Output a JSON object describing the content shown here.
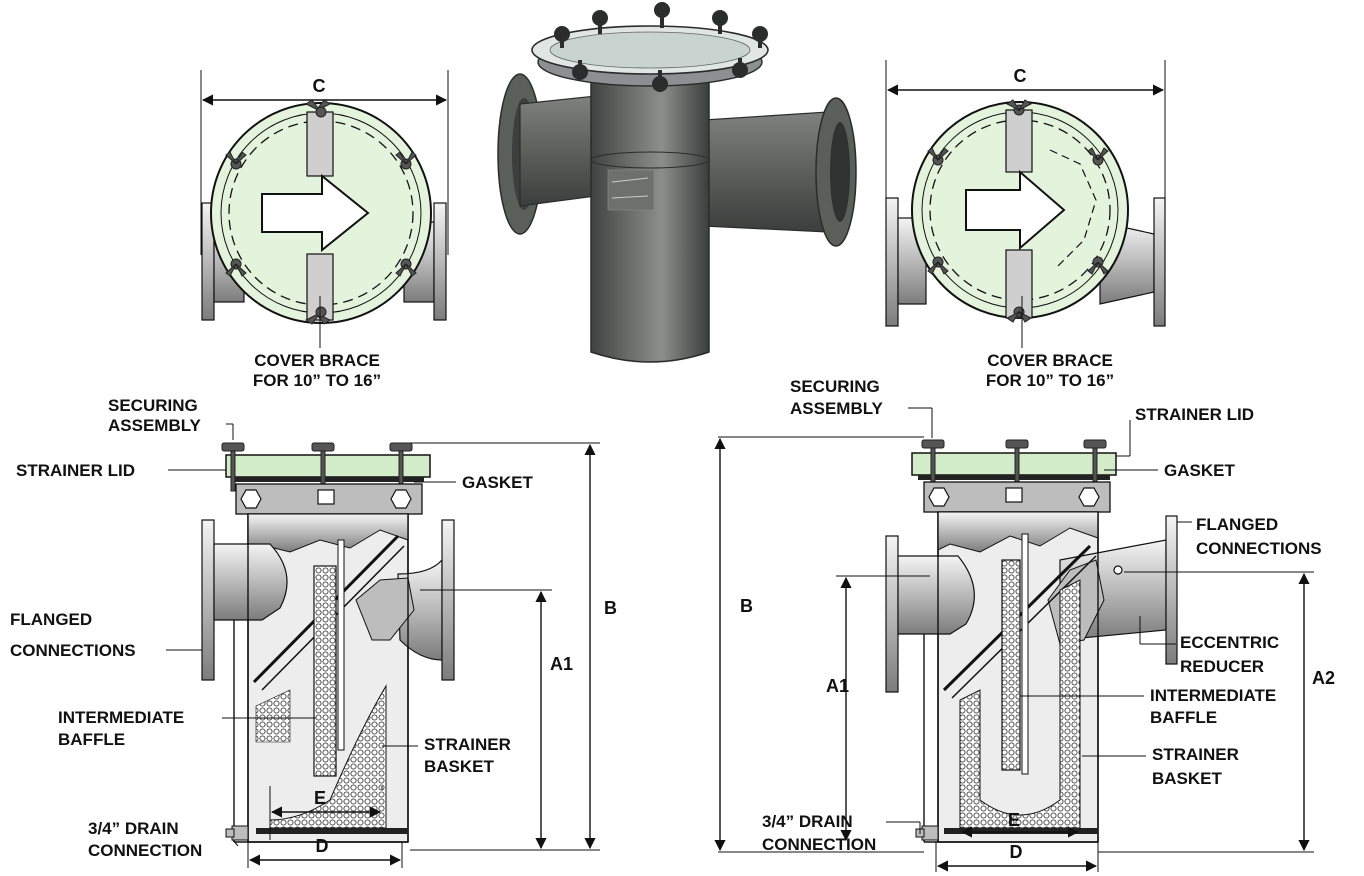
{
  "views": {
    "top_left": {
      "dim_c": "C",
      "cover_brace": [
        "COVER BRACE",
        "FOR 10” TO 16”"
      ]
    },
    "top_right": {
      "dim_c": "C",
      "cover_brace": [
        "COVER BRACE",
        "FOR 10” TO 16”"
      ]
    },
    "section_left": {
      "securing_assembly": [
        "SECURING",
        "ASSEMBLY"
      ],
      "strainer_lid": "STRAINER LID",
      "gasket": "GASKET",
      "flanged_connections": [
        "FLANGED",
        "CONNECTIONS"
      ],
      "intermediate_baffle": [
        "INTERMEDIATE",
        "BAFFLE"
      ],
      "strainer_basket": [
        "STRAINER",
        "BASKET"
      ],
      "drain_connection": [
        "3/4” DRAIN",
        "CONNECTION"
      ],
      "dim_a1": "A1",
      "dim_b": "B",
      "dim_d": "D",
      "dim_e": "E"
    },
    "section_right": {
      "securing_assembly": [
        "SECURING",
        "ASSEMBLY"
      ],
      "strainer_lid": "STRAINER LID",
      "gasket": "GASKET",
      "flanged_connections": [
        "FLANGED",
        "CONNECTIONS"
      ],
      "eccentric_reducer": [
        "ECCENTRIC",
        "REDUCER"
      ],
      "intermediate_baffle": [
        "INTERMEDIATE",
        "BAFFLE"
      ],
      "strainer_basket": [
        "STRAINER",
        "BASKET"
      ],
      "drain_connection": [
        "3/4” DRAIN",
        "CONNECTION"
      ],
      "dim_a1": "A1",
      "dim_a2": "A2",
      "dim_b": "B",
      "dim_d": "D",
      "dim_e": "E"
    }
  },
  "colors": {
    "lid_green": "#d3ecc9",
    "body_gray": "#ededed",
    "strainer_body": "#5a5f5c",
    "outline": "#111111"
  }
}
